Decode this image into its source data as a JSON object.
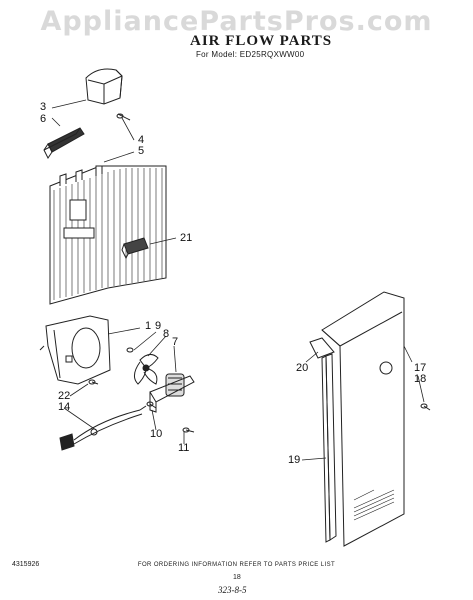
{
  "watermark": "AppliancePartsPros.com",
  "header": {
    "title": "AIR FLOW PARTS",
    "model": "For Model: ED25RQXWW00"
  },
  "callouts": [
    "3",
    "6",
    "4",
    "5",
    "21",
    "1",
    "9",
    "8",
    "7",
    "20",
    "17",
    "18",
    "22",
    "14",
    "10",
    "11",
    "19"
  ],
  "footer": {
    "ordering_note": "FOR ORDERING INFORMATION REFER TO PARTS PRICE LIST",
    "part_number": "4315926",
    "page": "18",
    "handwritten": "323-8-5"
  }
}
